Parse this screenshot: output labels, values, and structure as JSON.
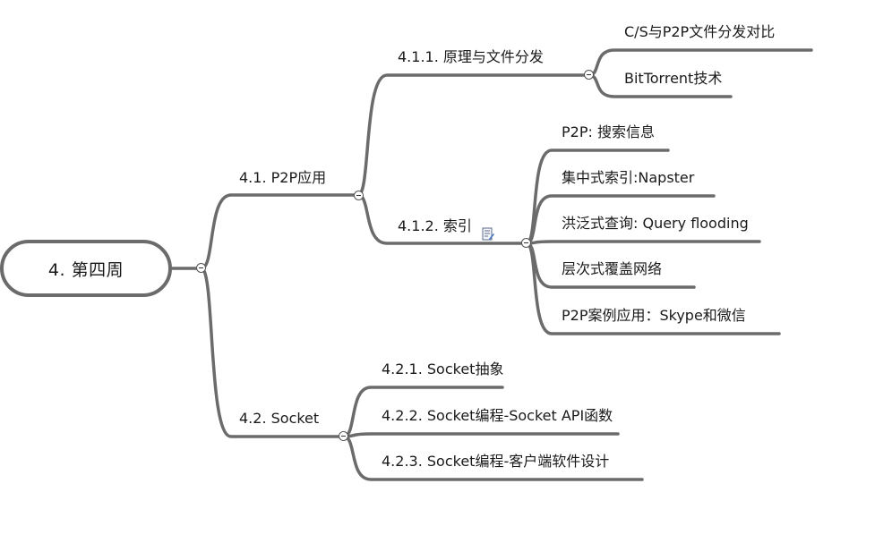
{
  "root": {
    "label": "4. 第四周"
  },
  "branches": [
    {
      "label": "4.1. P2P应用",
      "children": [
        {
          "label": "4.1.1. 原理与文件分发",
          "children": [
            "C/S与P2P文件分发对比",
            "BitTorrent技术"
          ]
        },
        {
          "label": "4.1.2. 索引",
          "children": [
            "P2P: 搜索信息",
            "集中式索引:Napster",
            "洪泛式查询: Query flooding",
            "层次式覆盖网络",
            "P2P案例应用：Skype和微信"
          ]
        }
      ]
    },
    {
      "label": "4.2. Socket",
      "children": [
        {
          "label": "4.2.1. Socket抽象"
        },
        {
          "label": "4.2.2. Socket编程-Socket API函数"
        },
        {
          "label": "4.2.3. Socket编程-客户端软件设计"
        }
      ]
    }
  ],
  "colors": {
    "line": "#6b6b6b",
    "text": "#1a1a1a"
  },
  "icons": {
    "collapse": "minus-circle-icon",
    "note": "note-edit-icon"
  }
}
